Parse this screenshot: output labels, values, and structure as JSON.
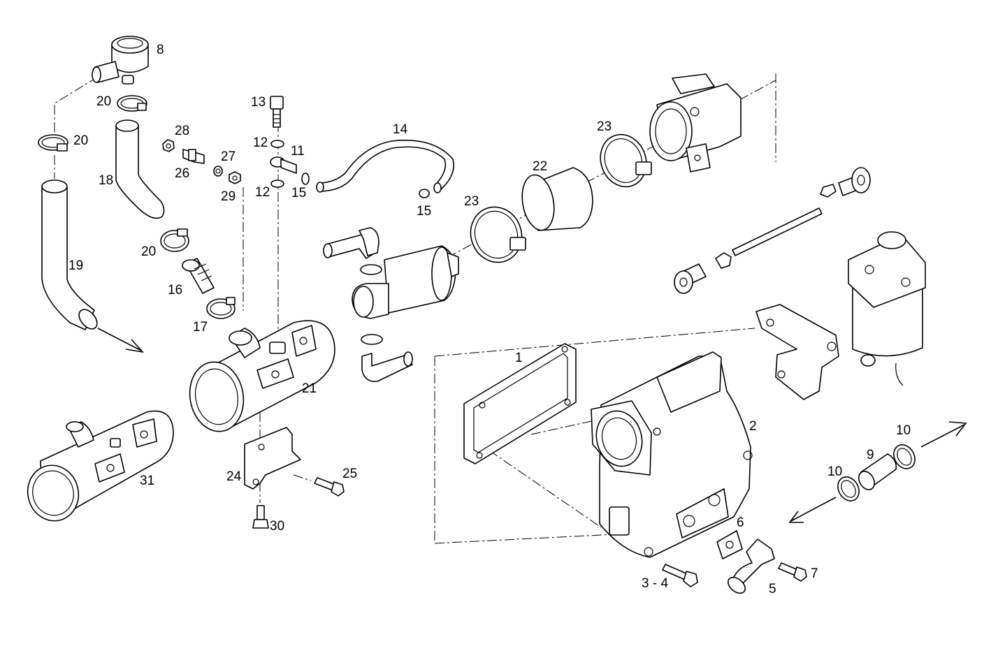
{
  "labels": [
    {
      "id": "p8",
      "text": "8"
    },
    {
      "id": "p20a",
      "text": "20"
    },
    {
      "id": "p20b",
      "text": "20"
    },
    {
      "id": "p20c",
      "text": "20"
    },
    {
      "id": "p18",
      "text": "18"
    },
    {
      "id": "p19",
      "text": "19"
    },
    {
      "id": "p28",
      "text": "28"
    },
    {
      "id": "p26",
      "text": "26"
    },
    {
      "id": "p27",
      "text": "27"
    },
    {
      "id": "p29",
      "text": "29"
    },
    {
      "id": "p13",
      "text": "13"
    },
    {
      "id": "p12a",
      "text": "12"
    },
    {
      "id": "p11",
      "text": "11"
    },
    {
      "id": "p12b",
      "text": "12"
    },
    {
      "id": "p15a",
      "text": "15"
    },
    {
      "id": "p14",
      "text": "14"
    },
    {
      "id": "p15b",
      "text": "15"
    },
    {
      "id": "p16",
      "text": "16"
    },
    {
      "id": "p17",
      "text": "17"
    },
    {
      "id": "p21",
      "text": "21"
    },
    {
      "id": "p31",
      "text": "31"
    },
    {
      "id": "p24",
      "text": "24"
    },
    {
      "id": "p25",
      "text": "25"
    },
    {
      "id": "p30",
      "text": "30"
    },
    {
      "id": "p23a",
      "text": "23"
    },
    {
      "id": "p22",
      "text": "22"
    },
    {
      "id": "p23b",
      "text": "23"
    },
    {
      "id": "p1",
      "text": "1"
    },
    {
      "id": "p2",
      "text": "2"
    },
    {
      "id": "p6",
      "text": "6"
    },
    {
      "id": "p34",
      "text": "3 - 4"
    },
    {
      "id": "p5",
      "text": "5"
    },
    {
      "id": "p7",
      "text": "7"
    },
    {
      "id": "p10a",
      "text": "10"
    },
    {
      "id": "p9",
      "text": "9"
    },
    {
      "id": "p10b",
      "text": "10"
    }
  ]
}
